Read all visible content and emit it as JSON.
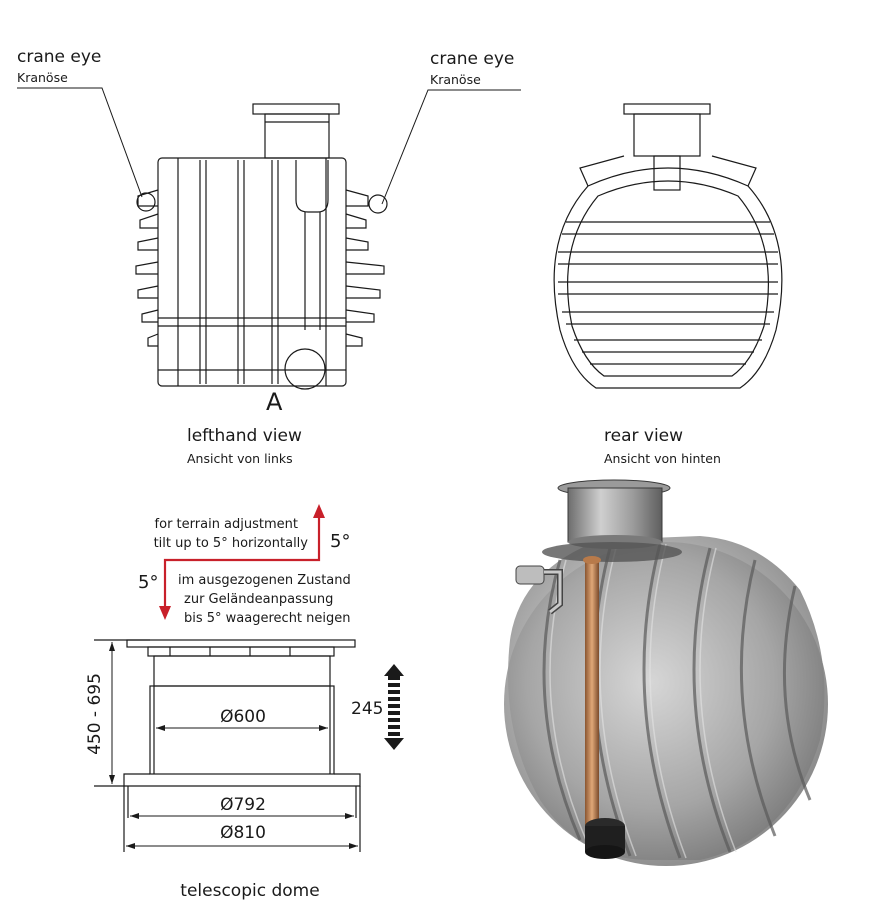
{
  "labels": {
    "crane_eye_left": {
      "en": "crane eye",
      "de": "Kranöse"
    },
    "crane_eye_right": {
      "en": "crane eye",
      "de": "Kranöse"
    },
    "detail_marker": "A",
    "lefthand_view": {
      "en": "lefthand view",
      "de": "Ansicht von links"
    },
    "rear_view": {
      "en": "rear view",
      "de": "Ansicht von hinten"
    },
    "telescopic_dome": "telescopic dome"
  },
  "tilt_note": {
    "en_line1": "for terrain adjustment",
    "en_line2": "tilt up to 5° horizontally",
    "angle_top": "5°",
    "angle_left": "5°",
    "de_line1": "im ausgezogenen Zustand",
    "de_line2": "zur Geländeanpassung",
    "de_line3": "bis 5° waagerecht neigen"
  },
  "dimensions": {
    "height_range": "450 - 695",
    "stroke": "245",
    "dia_inner": "Ø600",
    "dia_middle": "Ø792",
    "dia_outer": "Ø810"
  },
  "colors": {
    "line": "#1a1a1a",
    "arrow_red": "#c8202a",
    "tank_gray": "#8c8c8c",
    "pipe_copper": "#b87a4a"
  }
}
